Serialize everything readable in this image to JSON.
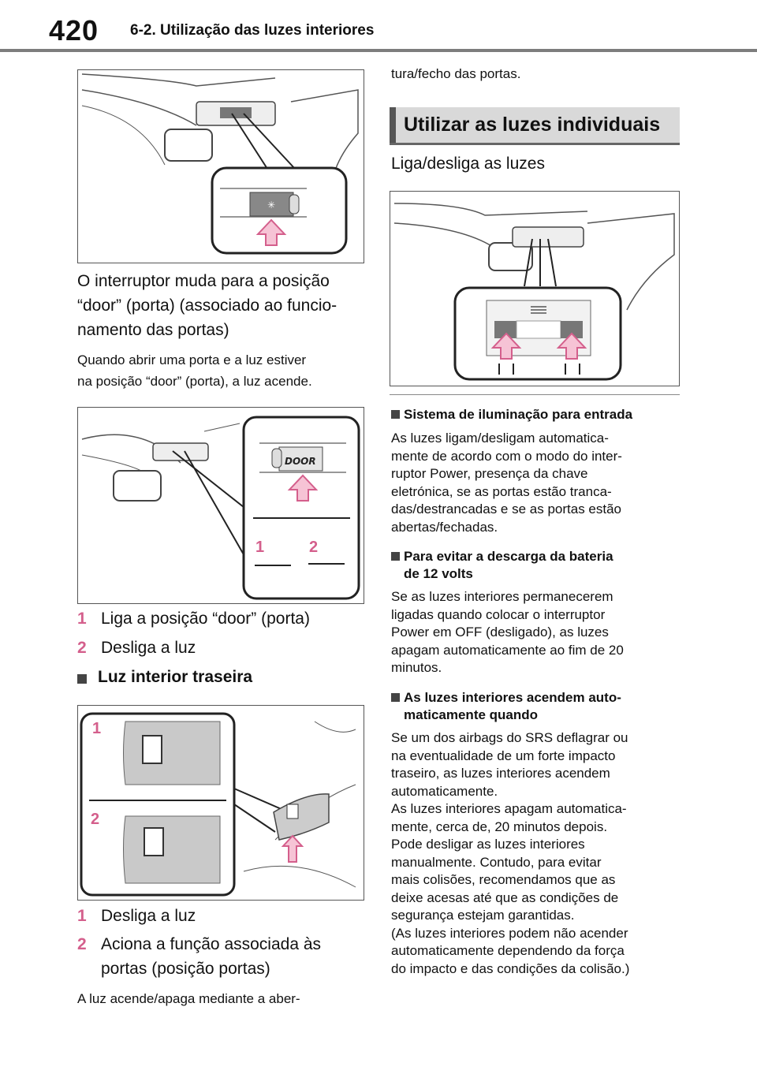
{
  "header": {
    "page_number": "420",
    "section": "6-2. Utilização das luzes interiores"
  },
  "left": {
    "fig1_caption": "O interruptor muda para a posição “door” (porta) (associado ao funcio-namento das portas)",
    "para1_lines": [
      "O interruptor muda para a posição",
      "“door” (porta) (associado ao funcio-",
      "namento das portas)"
    ],
    "note1_lines": [
      "Quando abrir uma porta e a luz estiver",
      "na posição “door” (porta), a luz acende."
    ],
    "fig2": {
      "door_label": "DOOR",
      "callout_1": "1",
      "callout_2": "2"
    },
    "steps_a": [
      {
        "num": "1",
        "text": "Liga a posição “door” (porta)"
      },
      {
        "num": "2",
        "text": "Desliga a luz"
      }
    ],
    "rear_heading": "Luz interior traseira",
    "fig3": {
      "callout_1": "1",
      "callout_2": "2"
    },
    "steps_b": [
      {
        "num": "1",
        "text": "Desliga a luz"
      },
      {
        "num": "2",
        "text_line1": "Aciona a função associada às",
        "text_line2": "portas (posição portas)"
      }
    ],
    "bottom_line": "A luz acende/apaga mediante a aber-"
  },
  "right": {
    "continuation": "tura/fecho das portas.",
    "heading": "Utilizar as luzes individuais",
    "subheading": "Liga/desliga as luzes",
    "sections": [
      {
        "title": "Sistema de iluminação para entrada",
        "lines": [
          "As luzes ligam/desligam automatica-",
          "mente de acordo com o modo do inter-",
          "ruptor Power, presença da chave",
          "eletrónica, se as portas estão tranca-",
          "das/destrancadas e se as portas estão",
          "abertas/fechadas."
        ]
      },
      {
        "title": "Para evitar a descarga da bateria de 12 volts",
        "title_line1": "Para evitar a descarga da bateria",
        "title_line2": "de 12 volts",
        "lines": [
          "Se as luzes interiores permanecerem",
          "ligadas quando colocar o interruptor",
          "Power em OFF (desligado), as luzes",
          "apagam automaticamente ao fim de 20",
          "minutos."
        ]
      },
      {
        "title_line1": "As luzes interiores acendem auto-",
        "title_line2": "maticamente quando",
        "lines": [
          "Se um dos airbags do SRS deflagrar ou",
          "na eventualidade de um forte impacto",
          "traseiro, as luzes interiores acendem",
          "automaticamente.",
          "As luzes interiores apagam automatica-",
          "mente, cerca de, 20 minutos depois.",
          "Pode desligar as luzes interiores",
          "manualmente. Contudo, para evitar",
          "mais colisões, recomendamos que as",
          "deixe acesas até que as condições de",
          "segurança estejam garantidas.",
          "(As luzes interiores podem não acender",
          "automaticamente dependendo da força",
          "do impacto e das condições da colisão.)"
        ]
      }
    ]
  },
  "colors": {
    "accent_pink": "#d45f8c",
    "arrow_fill": "#f6c3d5",
    "arrow_stroke": "#d45f8c",
    "heading_bg": "#d9d9d9"
  }
}
